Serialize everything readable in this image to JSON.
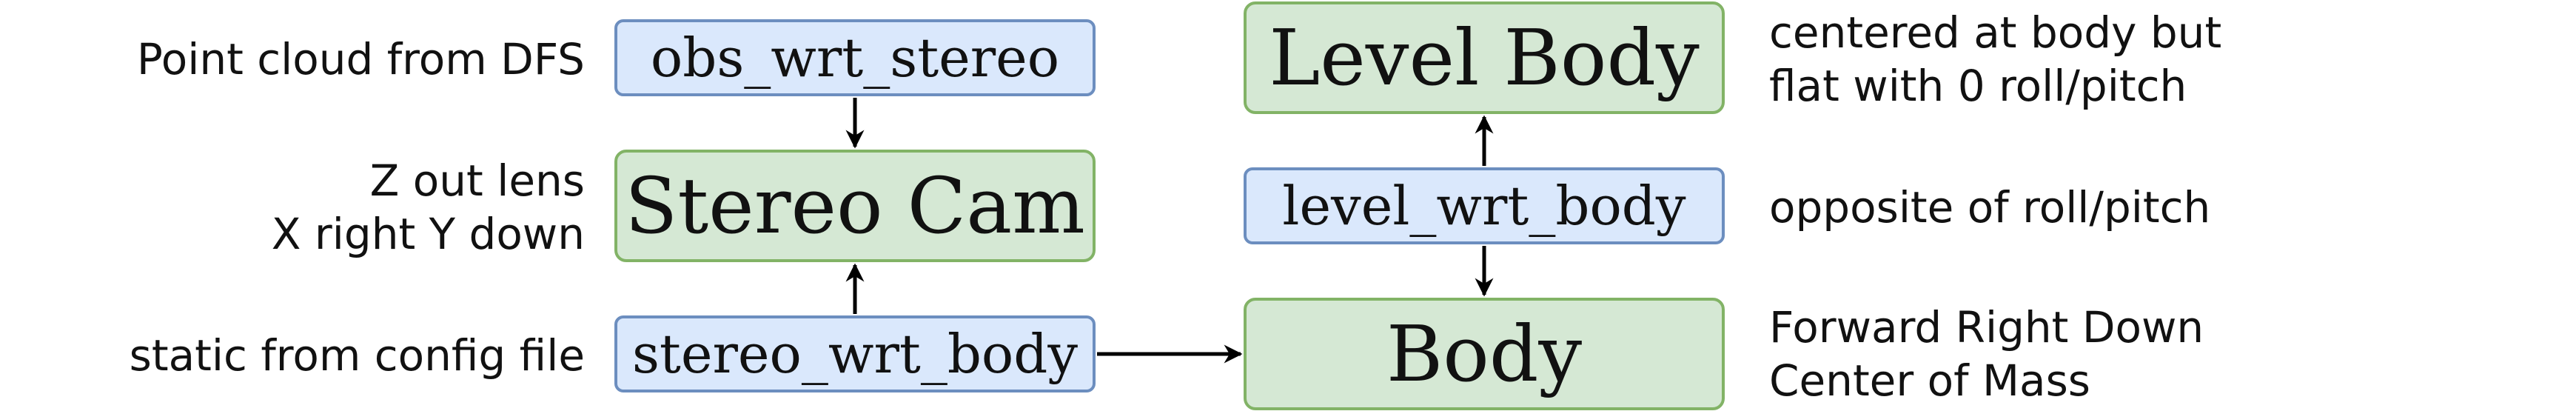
{
  "nodes": {
    "obs_wrt_stereo": "obs_wrt_stereo",
    "stereo_cam": "Stereo Cam",
    "stereo_wrt_body": "stereo_wrt_body",
    "level_body": "Level Body",
    "level_wrt_body": "level_wrt_body",
    "body": "Body"
  },
  "notes": {
    "obs": [
      "Point cloud from DFS"
    ],
    "stereo_cam": [
      "Z out lens",
      "X right Y down"
    ],
    "stereo_wrt_body": [
      "static from config file"
    ],
    "level_body": [
      "centered at body but",
      "flat with 0 roll/pitch"
    ],
    "level_wrt_body": [
      "opposite of roll/pitch"
    ],
    "body": [
      "Forward Right Down",
      "Center of Mass"
    ]
  },
  "colors": {
    "transform_fill": "#dae8fc",
    "transform_border": "#6c8ebf",
    "frame_fill": "#d5e8d4",
    "frame_border": "#82b366",
    "arrow": "#000000"
  }
}
